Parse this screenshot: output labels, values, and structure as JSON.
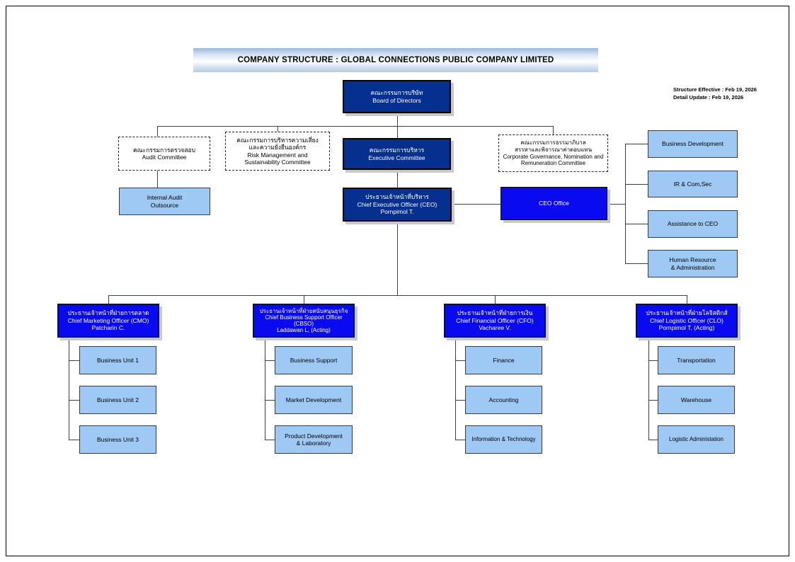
{
  "page": {
    "title": "COMPANY STRUCTURE : GLOBAL CONNECTIONS PUBLIC COMPANY LIMITED",
    "structure_effective": "Structure Effective : Feb 19, 2026",
    "detail_update": "Detail Update : Feb 19, 2026"
  },
  "colors": {
    "navy_box": "#05308f",
    "bright_blue_box": "#0a0af0",
    "light_blue_box": "#9fc9f5",
    "banner_blue": "#9db8dd",
    "connector": "#404040"
  },
  "org": {
    "board": {
      "lines": [
        "คณะกรรมการบริษัท",
        "Board of Directors"
      ]
    },
    "audit_committee": {
      "lines": [
        "คณะกรรมการตรวจสอบ",
        "Audit Committee"
      ]
    },
    "risk_committee": {
      "lines": [
        "คณะกรรมการบริหารความเสี่ยง",
        "และความยั่งยืนองค์กร",
        "Risk Management and",
        "Sustainability Committee"
      ]
    },
    "executive_committee": {
      "lines": [
        "คณะกรรมการบริหาร",
        "Executive Committee"
      ]
    },
    "governance_committee": {
      "lines": [
        "คณะกรรมการธรรมาภิบาล",
        "สรรหาและพิจารณาค่าตอบแทน",
        "Corporate Governance, Nomination and",
        "Remuneration Committee"
      ]
    },
    "internal_audit": {
      "lines": [
        "Internal Audit",
        "Outsource"
      ]
    },
    "ceo": {
      "lines": [
        "ประธานเจ้าหน้าที่บริหาร",
        "Chief Executive Officer (CEO)",
        "Pornpimol T."
      ]
    },
    "ceo_office": {
      "lines": [
        "CEO Office"
      ]
    },
    "business_development": {
      "lines": [
        "Business Development"
      ]
    },
    "ir_com_sec": {
      "lines": [
        "IR & Com,Sec"
      ]
    },
    "assistance_to_ceo": {
      "lines": [
        "Assistance to CEO"
      ]
    },
    "hr_admin": {
      "lines": [
        "Human Resource",
        "& Administration"
      ]
    },
    "cmo": {
      "lines": [
        "ประธานเจ้าหน้าที่ฝ่ายการตลาด",
        "Chief Marketing Officer (CMO)",
        "Patcharin C."
      ]
    },
    "cbso": {
      "lines": [
        "ประธานเจ้าหน้าที่ฝ่ายสนับสนุนธุรกิจ",
        "Chief Business Support  Officer",
        "(CBSO)",
        "Laddawan L, (Acting)"
      ]
    },
    "cfo": {
      "lines": [
        "ประธานเจ้าหน้าที่ฝ่ายการเงิน",
        "Chief Financial Officer (CFO)",
        "Vacharee V."
      ]
    },
    "clo": {
      "lines": [
        "ประธานเจ้าหน้าที่ฝ่ายโลจิสติกส์",
        "Chief Logistic Officer (CLO)",
        "Pornpimol T, (Acting)"
      ]
    },
    "bu1": {
      "lines": [
        "Business Unit 1"
      ]
    },
    "bu2": {
      "lines": [
        "Business Unit 2"
      ]
    },
    "bu3": {
      "lines": [
        "Business Unit 3"
      ]
    },
    "business_support": {
      "lines": [
        "Business Support"
      ]
    },
    "market_development": {
      "lines": [
        "Market Development"
      ]
    },
    "product_development": {
      "lines": [
        "Product Development",
        "& Laboratory"
      ]
    },
    "finance": {
      "lines": [
        "Finance"
      ]
    },
    "accounting": {
      "lines": [
        "Accounting"
      ]
    },
    "information_technology": {
      "lines": [
        "Information & Technology"
      ]
    },
    "transportation": {
      "lines": [
        "Transportation"
      ]
    },
    "warehouse": {
      "lines": [
        "Warehouse"
      ]
    },
    "logistic_administration": {
      "lines": [
        "Logistic Administation"
      ]
    }
  }
}
